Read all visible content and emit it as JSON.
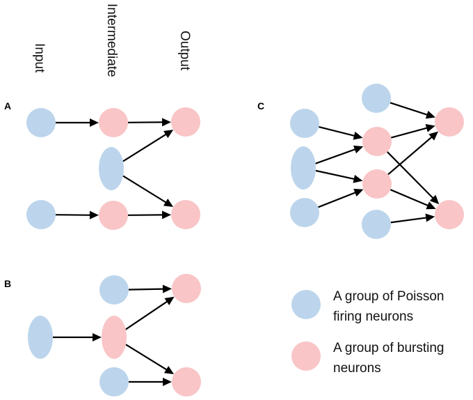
{
  "column_labels": {
    "input": "Input",
    "intermediate": "Intermediate",
    "output": "Output"
  },
  "panels": {
    "a": "A",
    "b": "B",
    "c": "C"
  },
  "legend": {
    "poisson_line1": "A group of Poisson",
    "poisson_line2": "firing neurons",
    "bursting_line1": "A group of bursting",
    "bursting_line2": "neurons"
  },
  "colors": {
    "poisson": "#bcd5ec",
    "bursting": "#f9c5c7",
    "edge": "#000000"
  }
}
